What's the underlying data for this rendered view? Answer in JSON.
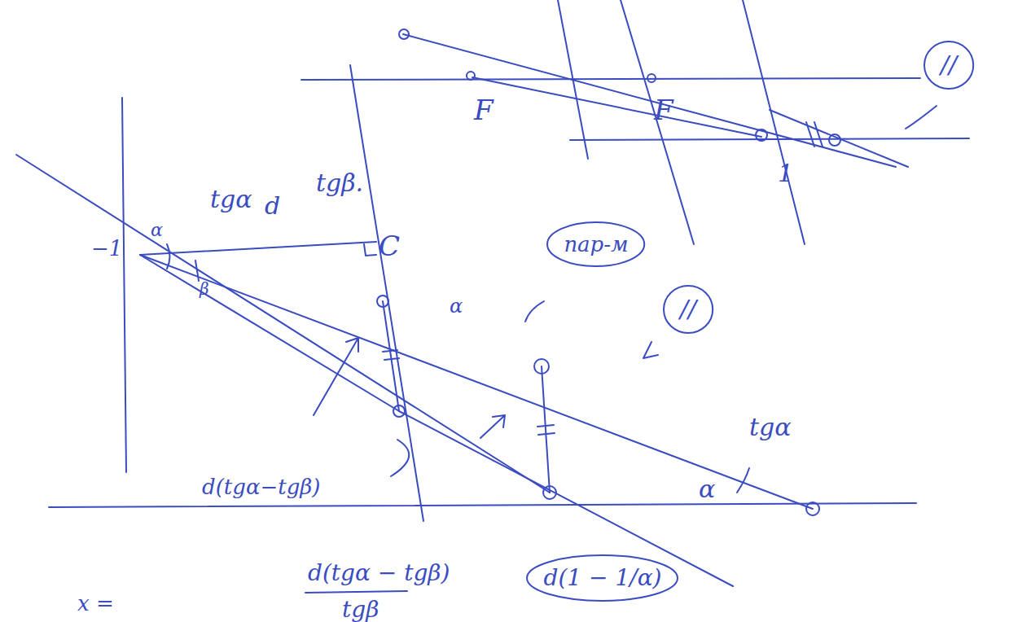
{
  "diagram": {
    "nodes": [
      {
        "text": [
          "//"
        ]
      },
      {
        "text": [
          "пар-м"
        ]
      },
      {
        "text": [
          "//"
        ]
      },
      {
        "text": [
          "d(1 − 1/α)"
        ]
      }
    ],
    "labels": [
      "F",
      "F",
      "1",
      "tgα",
      "d",
      "tgβ.",
      "C",
      "−1",
      "α",
      "β",
      "α",
      "tgα",
      "α",
      "d(tgα−tgβ)",
      "x =",
      "d(tgα − tgβ)",
      "tgβ"
    ]
  }
}
